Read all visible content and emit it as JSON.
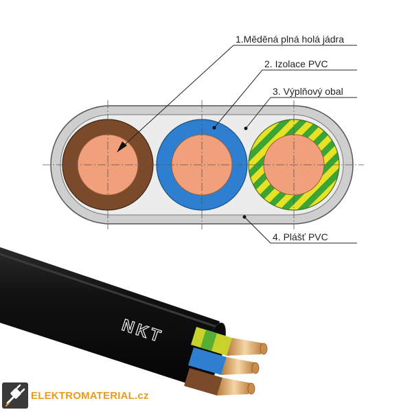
{
  "labels": [
    {
      "text": "1.Měděná plná holá jádra"
    },
    {
      "text": "2. Izolace PVC"
    },
    {
      "text": "3. Výplňový obal"
    },
    {
      "text": "4. Plášť PVC"
    }
  ],
  "brand": {
    "mark": "NKT"
  },
  "logo": {
    "text": "ELEKTROMATERIAL.cz"
  },
  "colors": {
    "sheath": "#cfcfcf",
    "filler": "#ececec",
    "copper": "#f0a07a",
    "brown": "#7a4a2a",
    "blue": "#2f7fd0",
    "green": "#3aa535",
    "yellow": "#e8e227",
    "cable": "#141414",
    "logo": "#ea9b1b"
  }
}
